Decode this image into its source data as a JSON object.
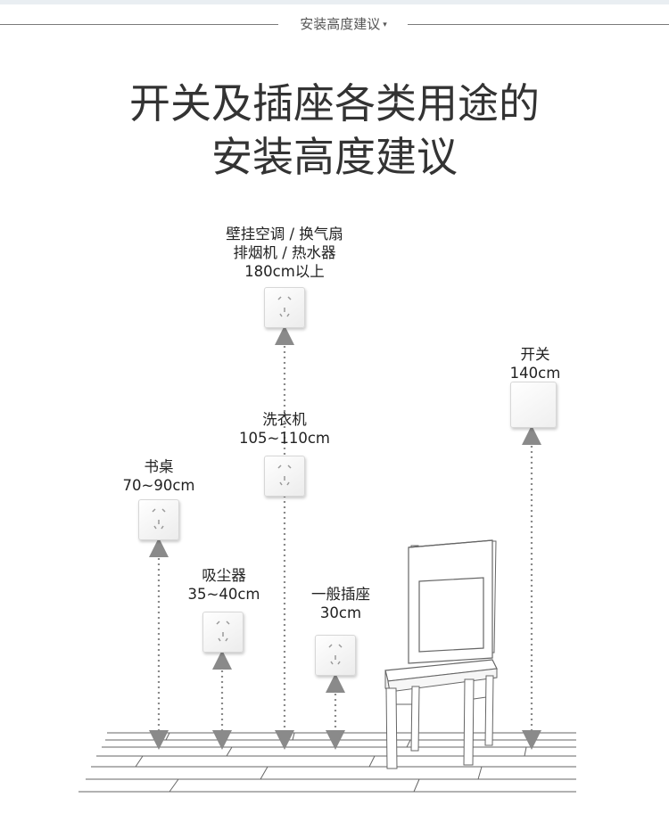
{
  "header": {
    "title": "安装高度建议",
    "caret": "▾"
  },
  "title": {
    "line1": "开关及插座各类用途的",
    "line2": "安装高度建议"
  },
  "outlets": [
    {
      "name": "壁挂空调 / 换气扇",
      "name2": "排烟机 / 热水器",
      "height": "180cm以上"
    },
    {
      "name": "洗衣机",
      "height": "105~110cm"
    },
    {
      "name": "书桌",
      "height": "70~90cm"
    },
    {
      "name": "吸尘器",
      "height": "35~40cm"
    },
    {
      "name": "一般插座",
      "height": "30cm"
    },
    {
      "name": "开关",
      "height": "140cm"
    }
  ],
  "colors": {
    "text": "#222222",
    "title": "#333333",
    "arrow": "#8a8a8a",
    "floor": "#666666"
  }
}
